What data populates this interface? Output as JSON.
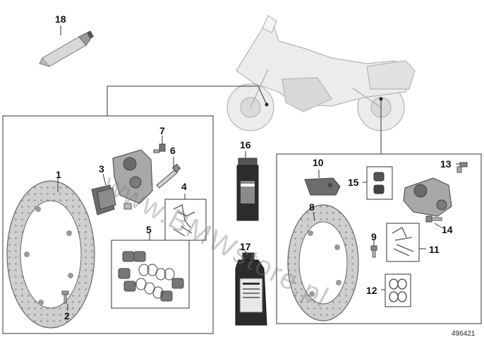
{
  "callouts": [
    {
      "label": "1"
    },
    {
      "label": "2"
    },
    {
      "label": "3"
    },
    {
      "label": "4"
    },
    {
      "label": "5"
    },
    {
      "label": "6"
    },
    {
      "label": "7"
    },
    {
      "label": "8"
    },
    {
      "label": "9"
    },
    {
      "label": "10"
    },
    {
      "label": "11"
    },
    {
      "label": "12"
    },
    {
      "label": "13"
    },
    {
      "label": "14"
    },
    {
      "label": "15"
    },
    {
      "label": "16"
    },
    {
      "label": "17"
    },
    {
      "label": "18"
    }
  ],
  "watermark": "www.BMWstore.pl",
  "diagram_ref": "496421"
}
